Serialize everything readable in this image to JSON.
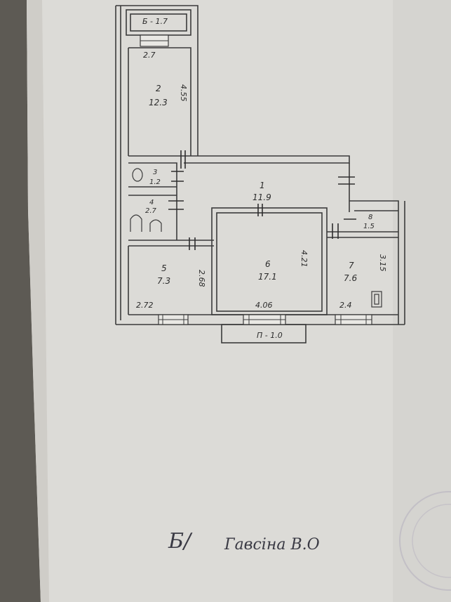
{
  "plan": {
    "balconies": [
      {
        "id": "balcony-top",
        "label": "Б - 1.7"
      },
      {
        "id": "balcony-bottom",
        "label": "П - 1.0"
      }
    ],
    "rooms": [
      {
        "id": "1",
        "number": "1",
        "area": "11.9"
      },
      {
        "id": "2",
        "number": "2",
        "area": "12.3"
      },
      {
        "id": "3",
        "number": "3",
        "area": "1.2"
      },
      {
        "id": "4",
        "number": "4",
        "area": "2.7"
      },
      {
        "id": "5",
        "number": "5",
        "area": "7.3"
      },
      {
        "id": "6",
        "number": "6",
        "area": "17.1"
      },
      {
        "id": "7",
        "number": "7",
        "area": "7.6"
      },
      {
        "id": "8",
        "number": "8",
        "area": "1.5"
      }
    ],
    "dimensions": {
      "room2_width": "2.7",
      "room2_length": "4.55",
      "room5_width": "2.72",
      "room5_depth": "2.68",
      "room6_width": "4.06",
      "room6_depth": "4.21",
      "room7_width": "2.4",
      "room7_depth": "3.15"
    }
  },
  "signature": {
    "initials": "Б/",
    "name": "Гавсіна В.О"
  }
}
